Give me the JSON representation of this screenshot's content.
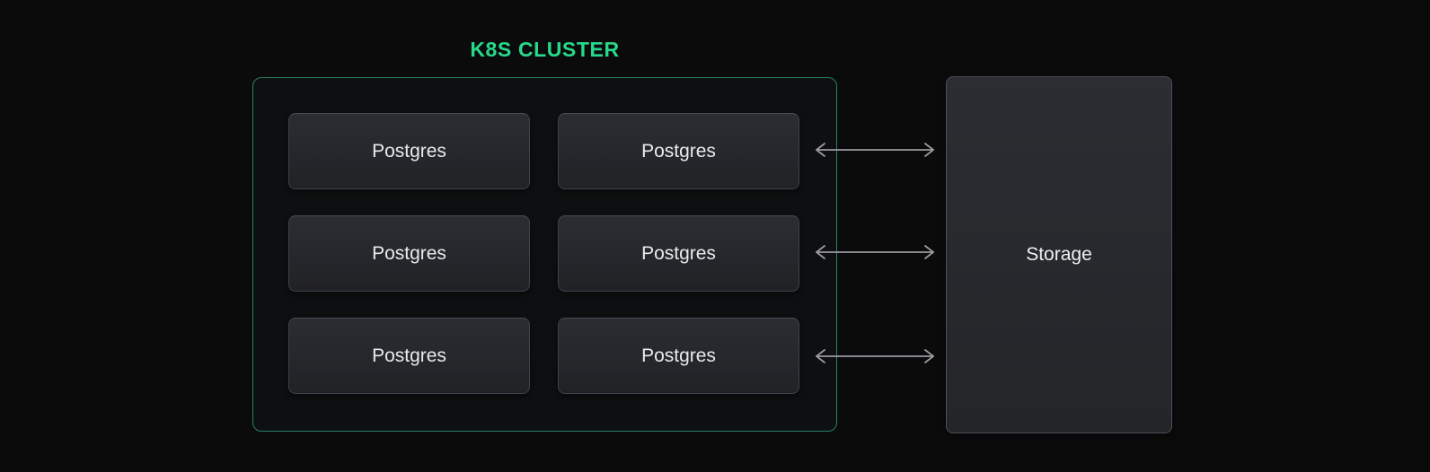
{
  "diagram": {
    "cluster": {
      "title": "K8S CLUSTER",
      "nodes": [
        {
          "label": "Postgres"
        },
        {
          "label": "Postgres"
        },
        {
          "label": "Postgres"
        },
        {
          "label": "Postgres"
        },
        {
          "label": "Postgres"
        },
        {
          "label": "Postgres"
        }
      ]
    },
    "storage": {
      "label": "Storage"
    },
    "arrows": [
      {
        "name": "row-1-storage-link",
        "direction": "bidirectional"
      },
      {
        "name": "row-2-storage-link",
        "direction": "bidirectional"
      },
      {
        "name": "row-3-storage-link",
        "direction": "bidirectional"
      }
    ]
  },
  "colors": {
    "canvas-bg": "#0b0b0c",
    "cluster-bg": "#0e0f10",
    "cluster-border": "#2a8062",
    "accent-green": "#27da8b",
    "node-bg-top": "#2b2d32",
    "node-bg-bottom": "#212226",
    "node-border": "#3e4147",
    "node-text": "#e9eaec",
    "storage-border": "#4c4f55",
    "arrow": "#9b9ba0"
  }
}
